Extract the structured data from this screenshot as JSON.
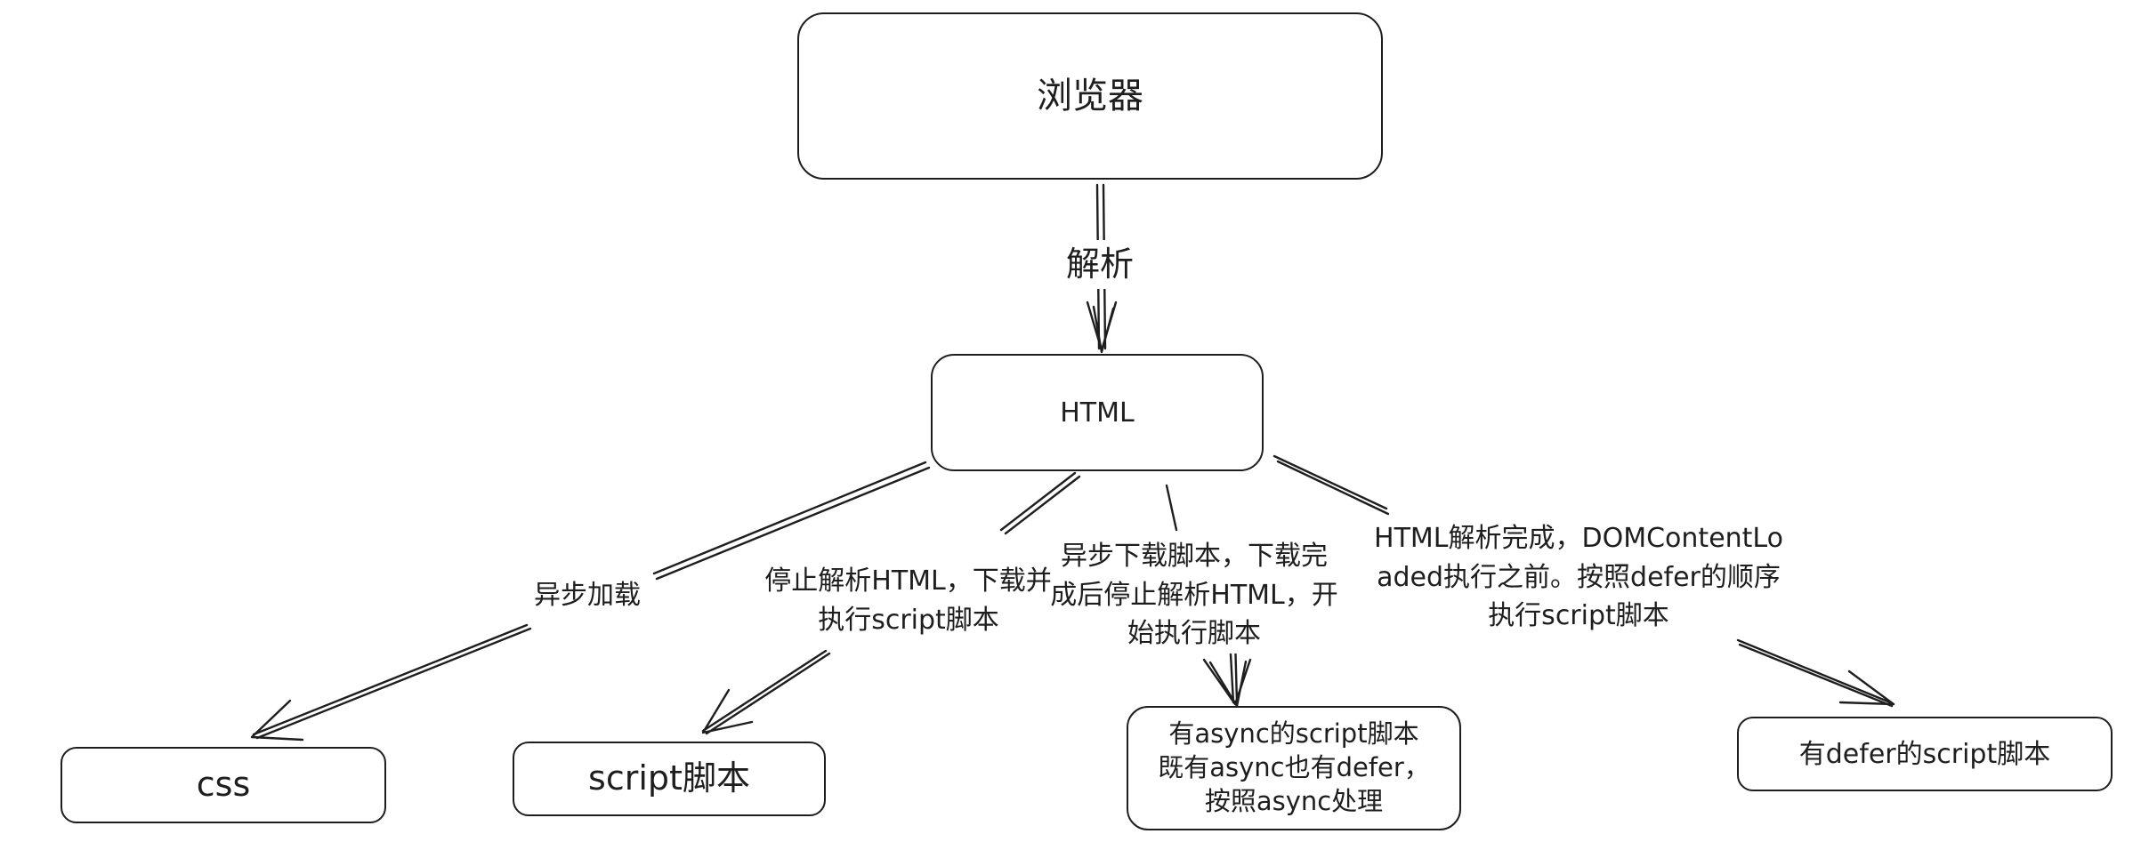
{
  "nodes": {
    "browser": "浏览器",
    "html": "HTML",
    "css": "css",
    "script": "script脚本",
    "async": "有async的script脚本\n既有async也有defer，\n按照async处理",
    "defer": "有defer的script脚本"
  },
  "edges": {
    "parse": "解析",
    "async_load": "异步加载",
    "stop_parse": "停止解析HTML，下载并\n执行script脚本",
    "async_download": "异步下载脚本，下载完\n成后停止解析HTML，开\n始执行脚本",
    "defer_exec": "HTML解析完成，DOMContentLo\naded执行之前。按照defer的顺序\n执行script脚本"
  },
  "colors": {
    "stroke": "#1e1e1e",
    "background": "#ffffff"
  }
}
